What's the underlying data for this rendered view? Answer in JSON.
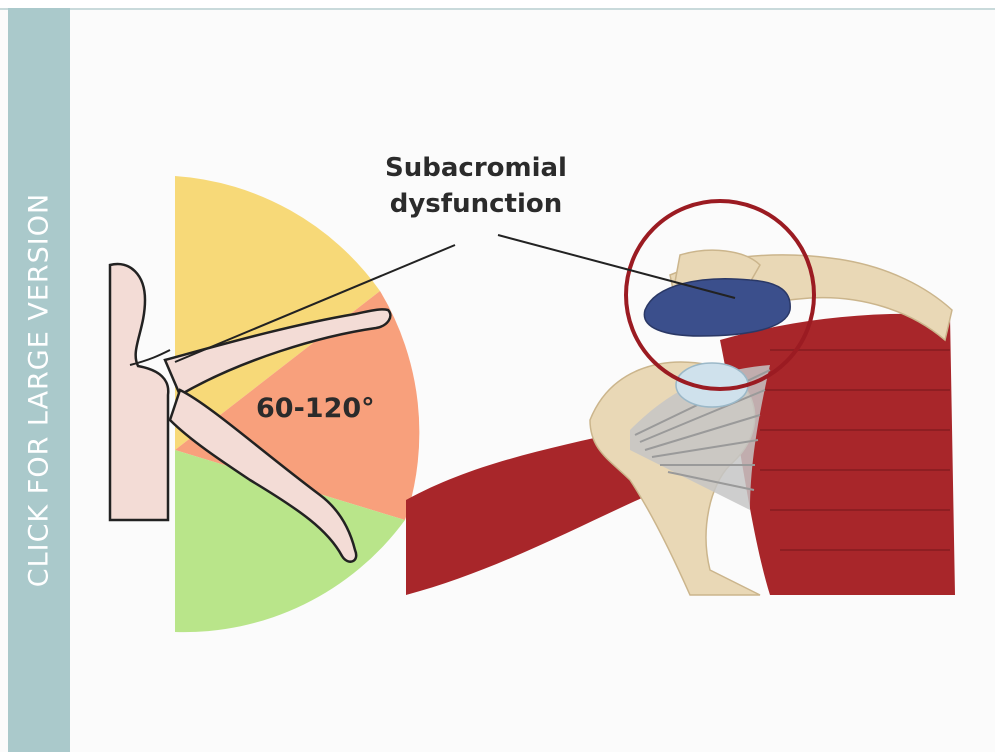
{
  "side_tab": {
    "label": "CLICK FOR LARGE VERSION"
  },
  "diagram": {
    "callout_line1": "Subacromial",
    "callout_line2": "dysfunction",
    "arc_label": "60-120°"
  },
  "colors": {
    "tab": "#aac9cb",
    "arc_upper": "#f7d978",
    "arc_middle": "#f8a07c",
    "arc_lower": "#b9e58a",
    "muscle": "#a8262a",
    "bone": "#e9d8b6",
    "bursa": "#3b4f8c",
    "highlight_circle": "#9b1b22"
  }
}
